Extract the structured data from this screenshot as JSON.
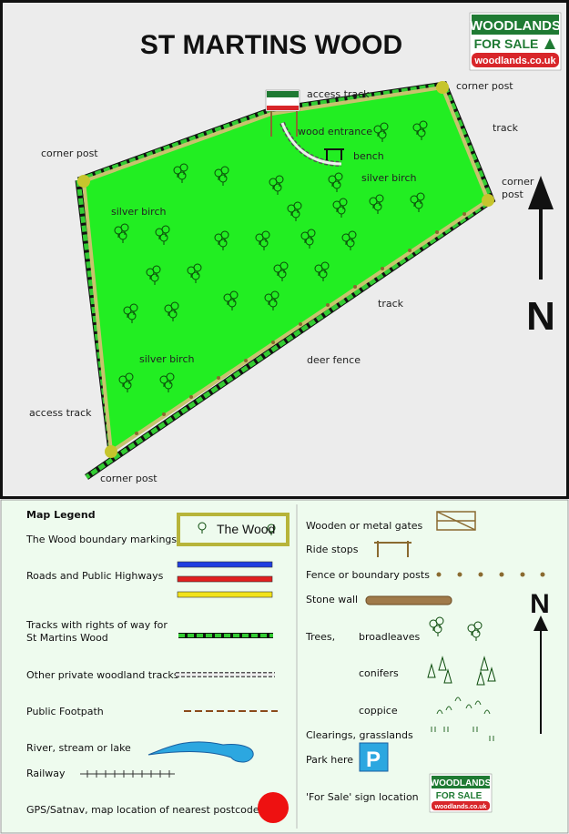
{
  "map": {
    "title": "ST MARTINS WOOD",
    "labels": {
      "access_track_top": "access track",
      "corner_post_tr": "corner post",
      "track_right": "track",
      "corner_post_left": "corner post",
      "wood_entrance": "wood entrance",
      "bench": "bench",
      "silver_birch_top": "silver birch",
      "corner_post_right_1": "corner",
      "corner_post_right_2": "post",
      "silver_birch_left": "silver birch",
      "track_mid": "track",
      "silver_birch_bottom": "silver birch",
      "deer_fence": "deer fence",
      "access_track_left": "access track",
      "corner_post_bottom": "corner post"
    },
    "north": "N"
  },
  "logo": {
    "line1": "WOODLANDS",
    "line2": "FOR SALE",
    "url": "woodlands.co.uk"
  },
  "legend": {
    "title": "Map Legend",
    "left": {
      "boundary": "The Wood boundary markings",
      "wood_box": "The Wood",
      "roads": "Roads and Public Highways",
      "tracks_1": "Tracks with rights of way for",
      "tracks_2": "St Martins Wood",
      "private_tracks": "Other private woodland tracks",
      "footpath": "Public Footpath",
      "river": "River, stream or lake",
      "railway": "Railway",
      "gps": "GPS/Satnav, map location of nearest postcode"
    },
    "right": {
      "gates": "Wooden or metal gates",
      "ride_stops": "Ride stops",
      "fence_posts": "Fence or boundary posts",
      "stone_wall": "Stone wall",
      "trees": "Trees,",
      "broadleaves": "broadleaves",
      "conifers": "conifers",
      "coppice": "coppice",
      "clearings": "Clearings, grasslands",
      "park": "Park here",
      "park_letter": "P",
      "sale_sign": "'For Sale'  sign location"
    },
    "north": "N"
  },
  "colors": {
    "map_bg": "#ececec",
    "wood_fill": "#22ee22",
    "boundary": "#c8c26e",
    "track_green": "#33cc33",
    "legend_bg": "#eefbee",
    "road_blue": "#1f3ee0",
    "road_red": "#e01f1f",
    "road_yellow": "#f2e21a",
    "postcode_red": "#ee1111",
    "park_blue": "#2ca7e0",
    "logo_green": "#1f7a33",
    "logo_red": "#d8262a"
  }
}
